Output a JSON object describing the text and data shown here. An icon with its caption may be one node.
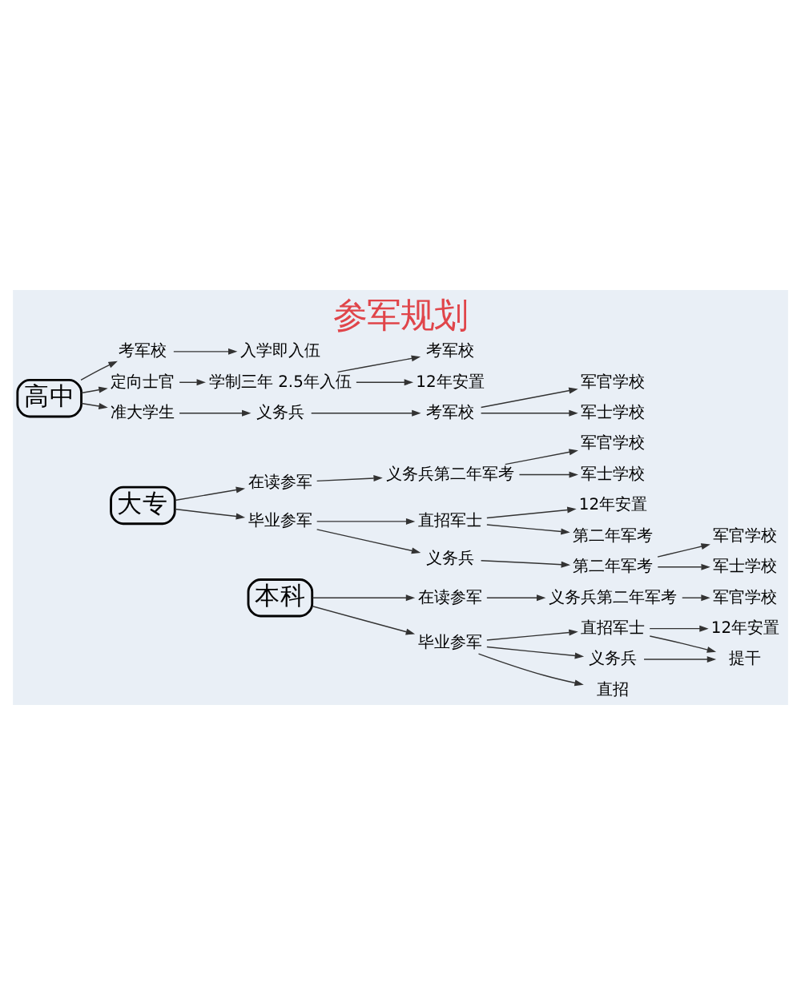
{
  "diagram": {
    "title": "参军规划",
    "nodes": [
      {
        "text": [
          "高中"
        ]
      },
      {
        "text": [
          "考军校"
        ]
      },
      {
        "text": [
          "入学即入伍"
        ]
      },
      {
        "text": [
          "定向士官"
        ]
      },
      {
        "text": [
          "学制三年 2.5年入伍"
        ]
      },
      {
        "text": [
          "考军校"
        ]
      },
      {
        "text": [
          "12年安置"
        ]
      },
      {
        "text": [
          "准大学生"
        ]
      },
      {
        "text": [
          "义务兵"
        ]
      },
      {
        "text": [
          "考军校"
        ]
      },
      {
        "text": [
          "军官学校"
        ]
      },
      {
        "text": [
          "军士学校"
        ]
      },
      {
        "text": [
          "大专"
        ]
      },
      {
        "text": [
          "在读参军"
        ]
      },
      {
        "text": [
          "义务兵第二年军考"
        ]
      },
      {
        "text": [
          "军官学校"
        ]
      },
      {
        "text": [
          "军士学校"
        ]
      },
      {
        "text": [
          "毕业参军"
        ]
      },
      {
        "text": [
          "直招军士"
        ]
      },
      {
        "text": [
          "12年安置"
        ]
      },
      {
        "text": [
          "第二年军考"
        ]
      },
      {
        "text": [
          "义务兵"
        ]
      },
      {
        "text": [
          "第二年军考"
        ]
      },
      {
        "text": [
          "军官学校"
        ]
      },
      {
        "text": [
          "军士学校"
        ]
      },
      {
        "text": [
          "本科"
        ]
      },
      {
        "text": [
          "在读参军"
        ]
      },
      {
        "text": [
          "义务兵第二年军考"
        ]
      },
      {
        "text": [
          "军官学校"
        ]
      },
      {
        "text": [
          "毕业参军"
        ]
      },
      {
        "text": [
          "直招军士"
        ]
      },
      {
        "text": [
          "12年安置"
        ]
      },
      {
        "text": [
          "提干"
        ]
      },
      {
        "text": [
          "义务兵"
        ]
      },
      {
        "text": [
          "直招"
        ]
      }
    ],
    "edges": [
      {
        "from": 0,
        "to": 1,
        "arrow": "to"
      },
      {
        "from": 1,
        "to": 2,
        "arrow": "to"
      },
      {
        "from": 0,
        "to": 3,
        "arrow": "to"
      },
      {
        "from": 3,
        "to": 4,
        "arrow": "to"
      },
      {
        "from": 4,
        "to": 5,
        "arrow": "to"
      },
      {
        "from": 4,
        "to": 6,
        "arrow": "to"
      },
      {
        "from": 0,
        "to": 7,
        "arrow": "to"
      },
      {
        "from": 7,
        "to": 8,
        "arrow": "to"
      },
      {
        "from": 8,
        "to": 9,
        "arrow": "to"
      },
      {
        "from": 9,
        "to": 10,
        "arrow": "to"
      },
      {
        "from": 9,
        "to": 11,
        "arrow": "to"
      },
      {
        "from": 12,
        "to": 13,
        "arrow": "to"
      },
      {
        "from": 13,
        "to": 14,
        "arrow": "to"
      },
      {
        "from": 14,
        "to": 15,
        "arrow": "to"
      },
      {
        "from": 14,
        "to": 16,
        "arrow": "to"
      },
      {
        "from": 12,
        "to": 17,
        "arrow": "to"
      },
      {
        "from": 17,
        "to": 18,
        "arrow": "to"
      },
      {
        "from": 18,
        "to": 19,
        "arrow": "to"
      },
      {
        "from": 18,
        "to": 20,
        "arrow": "to"
      },
      {
        "from": 17,
        "to": 21,
        "arrow": "to"
      },
      {
        "from": 21,
        "to": 22,
        "arrow": "to"
      },
      {
        "from": 22,
        "to": 23,
        "arrow": "to"
      },
      {
        "from": 22,
        "to": 24,
        "arrow": "to"
      },
      {
        "from": 25,
        "to": 26,
        "arrow": "to"
      },
      {
        "from": 26,
        "to": 27,
        "arrow": "to"
      },
      {
        "from": 27,
        "to": 28,
        "arrow": "to"
      },
      {
        "from": 25,
        "to": 29,
        "arrow": "to"
      },
      {
        "from": 29,
        "to": 30,
        "arrow": "to"
      },
      {
        "from": 30,
        "to": 31,
        "arrow": "to"
      },
      {
        "from": 30,
        "to": 32,
        "arrow": "to"
      },
      {
        "from": 29,
        "to": 33,
        "arrow": "to"
      },
      {
        "from": 33,
        "to": 32,
        "arrow": "to"
      },
      {
        "from": 29,
        "to": 34,
        "arrow": "to"
      }
    ]
  }
}
